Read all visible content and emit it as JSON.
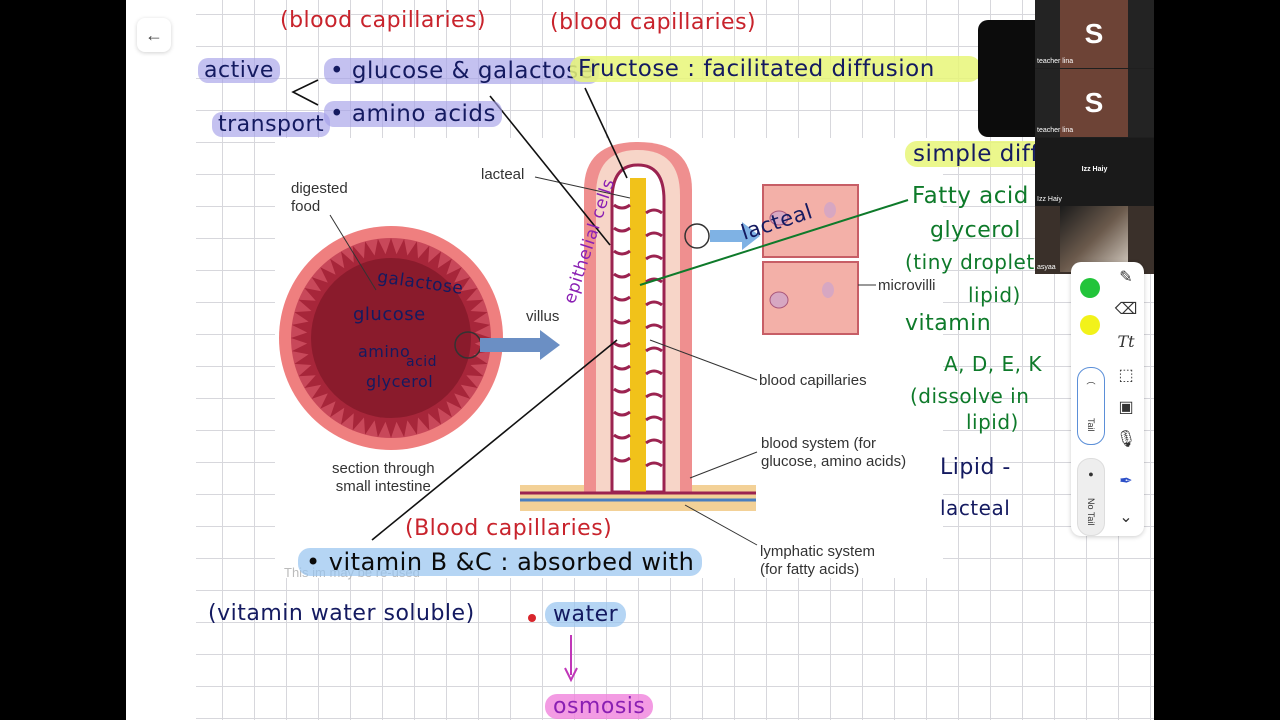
{
  "nav": {
    "back_icon": "arrow-left-icon",
    "back_glyph": "←"
  },
  "notes": {
    "cap_label_1": "(blood capillaries)",
    "cap_label_2": "(blood capillaries)",
    "cap_label_3": "(Blood capillaries)",
    "active": "active",
    "transport": "transport",
    "glucose_galactose": "• glucose & galactose",
    "amino_acids": "• amino acids",
    "fructose": "Fructose : facilitated diffusion",
    "simple_diff": "simple diff",
    "fatty_acid": "Fatty acid",
    "glycerol": "glycerol",
    "tiny_droplet": "(tiny droplet",
    "lipid_close": "lipid)",
    "vitamin": "vitamin",
    "vitamins_adek": "A, D, E, K",
    "dissolve_in": "(dissolve in",
    "lipid_close2": "lipid)",
    "lipid_dash": "Lipid -",
    "lacteal_note": "lacteal",
    "vitamin_bc": "• vitamin B &C : absorbed with",
    "water_soluble": "(vitamin water soluble)",
    "water": "water",
    "osmosis": "osmosis",
    "epithelial_cells": "epithelial cells",
    "lacteal_hw": "lacteal",
    "galactose": "galactose",
    "glucose": "glucose",
    "amino": "amino",
    "acid": "acid",
    "glycerol_circle": "glycerol"
  },
  "diagram": {
    "digested_food": [
      "digested",
      "food"
    ],
    "lacteal": "lacteal",
    "villus": "villus",
    "microvilli": "microvilli",
    "blood_capillaries": "blood capillaries",
    "blood_system": [
      "blood system (for",
      "glucose, amino acids)"
    ],
    "lymphatic_system": [
      "lymphatic system",
      "(for fatty acids)"
    ],
    "section": [
      "section through",
      "small intestine"
    ],
    "watermark": "This im                    may be re-used"
  },
  "participants": [
    {
      "initial": "S",
      "name": "teacher lina"
    },
    {
      "initial": "S",
      "name": "teacher lina"
    },
    {
      "initial": "",
      "name": "Izz Haiy",
      "center_name": "Izz Haiy"
    },
    {
      "initial": "",
      "name": "asyaa"
    }
  ],
  "toolbar": {
    "colors": [
      "#22c43a",
      "#f2f21a"
    ],
    "tail_label": "Tail",
    "no_tail_label": "No Tail",
    "icons": [
      "pen-icon",
      "eraser-icon",
      "text-icon",
      "lasso-select-icon",
      "image-icon",
      "microphone-icon",
      "highlighter-icon",
      "chevron-down-icon"
    ]
  }
}
